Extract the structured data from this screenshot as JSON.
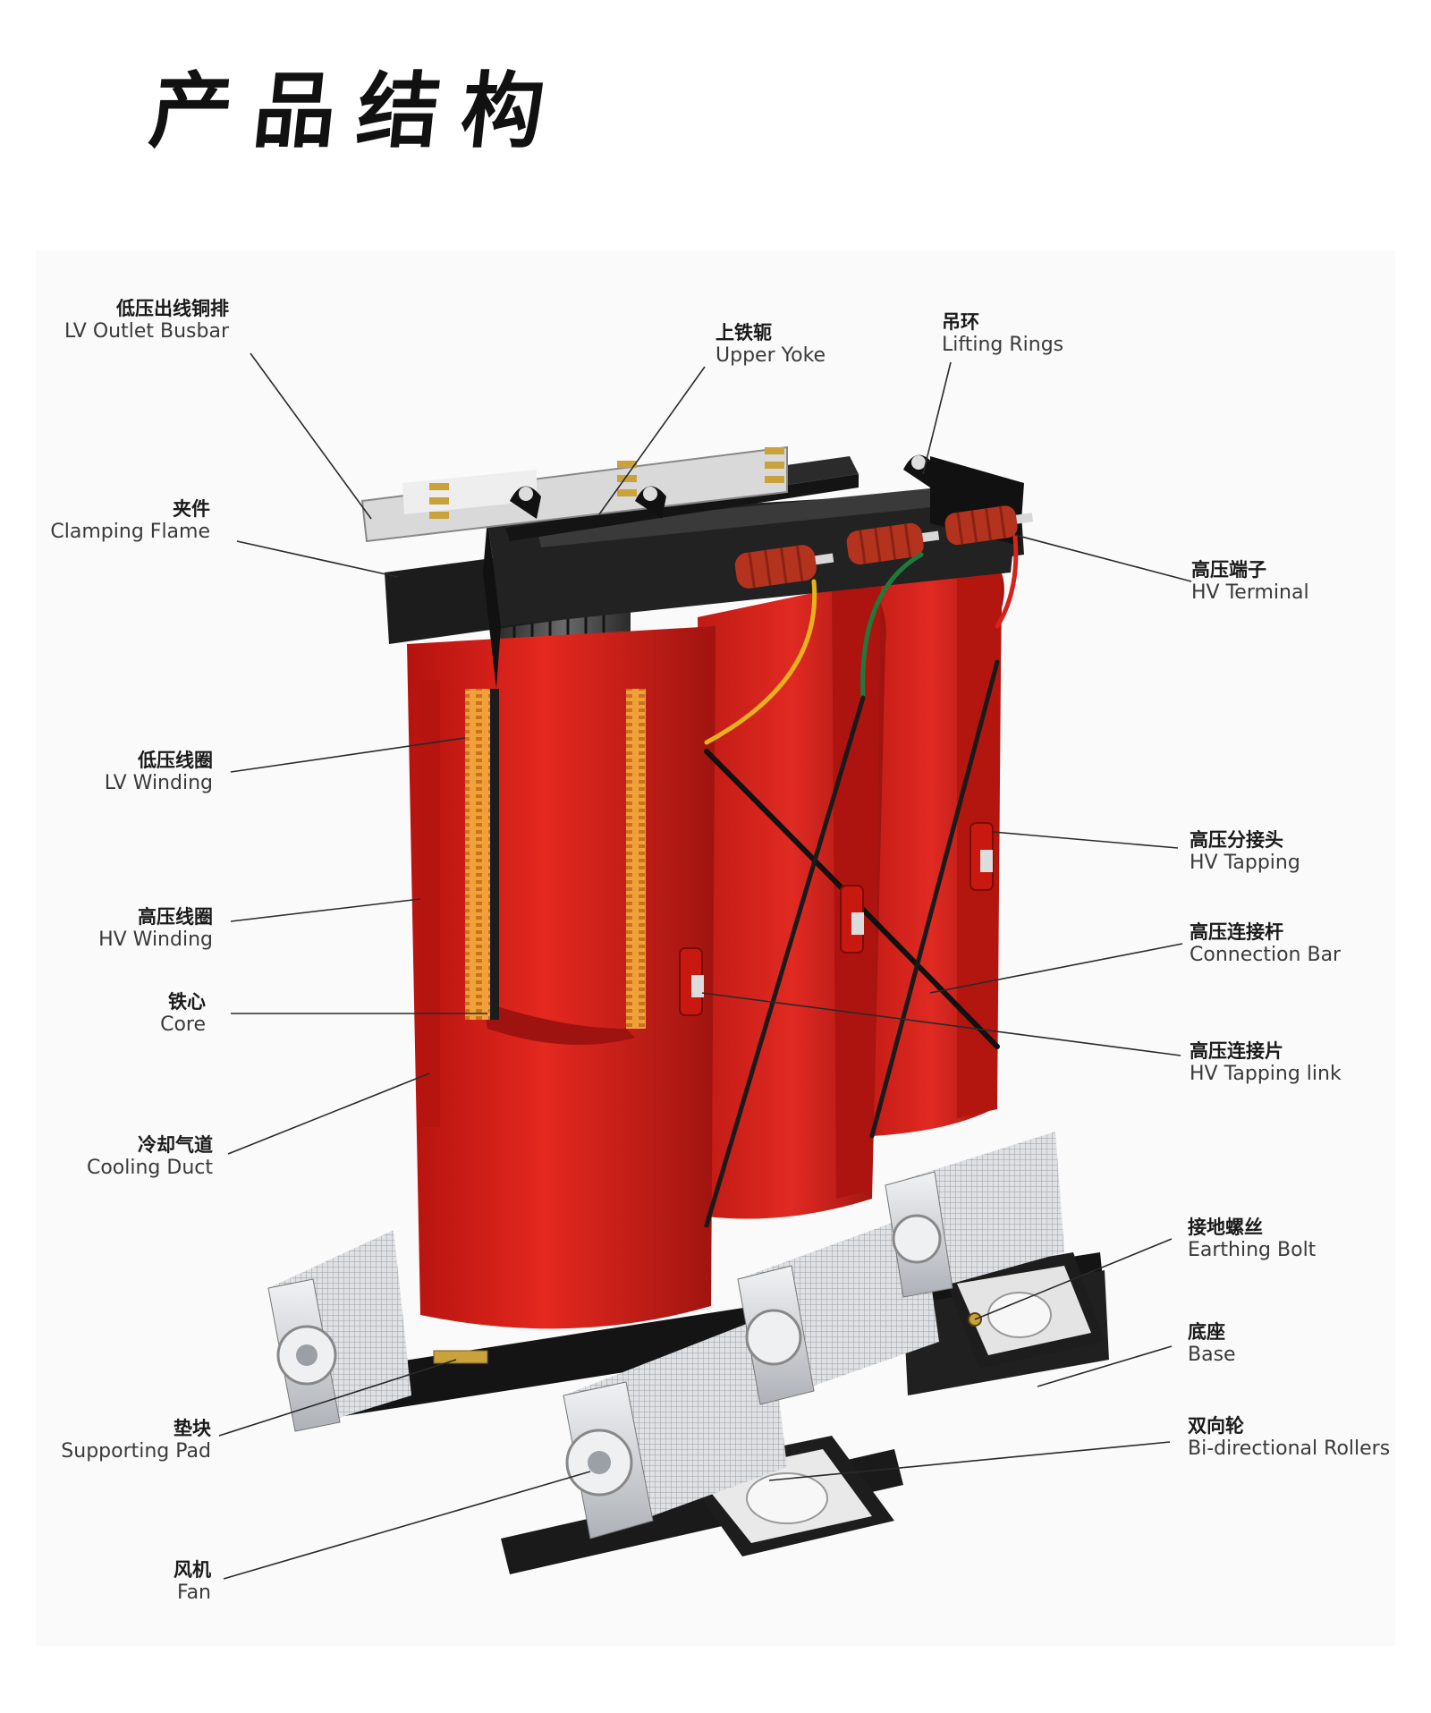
{
  "title": "产品结构",
  "labels": {
    "lv_outlet_busbar": {
      "zh": "低压出线铜排",
      "en": "LV Outlet Busbar"
    },
    "upper_yoke": {
      "zh": "上铁轭",
      "en": "Upper Yoke"
    },
    "lifting_rings": {
      "zh": "吊环",
      "en": "Lifting Rings"
    },
    "clamping_flame": {
      "zh": "夹件",
      "en": "Clamping Flame"
    },
    "hv_terminal": {
      "zh": "高压端子",
      "en": "HV Terminal"
    },
    "lv_winding": {
      "zh": "低压线圈",
      "en": "LV Winding"
    },
    "hv_tapping": {
      "zh": "高压分接头",
      "en": "HV Tapping"
    },
    "hv_winding": {
      "zh": "高压线圈",
      "en": "HV Winding"
    },
    "connection_bar": {
      "zh": "高压连接杆",
      "en": "Connection Bar"
    },
    "core": {
      "zh": "铁心",
      "en": "Core"
    },
    "hv_tapping_link": {
      "zh": "高压连接片",
      "en": "HV Tapping link"
    },
    "cooling_duct": {
      "zh": "冷却气道",
      "en": "Cooling Duct"
    },
    "earthing_bolt": {
      "zh": "接地螺丝",
      "en": "Earthing Bolt"
    },
    "base": {
      "zh": "底座",
      "en": "Base"
    },
    "supporting_pad": {
      "zh": "垫块",
      "en": "Supporting Pad"
    },
    "bi_directional_rollers": {
      "zh": "双向轮",
      "en": "Bi-directional Rollers"
    },
    "fan": {
      "zh": "风机",
      "en": "Fan"
    }
  },
  "colors": {
    "coil_red": "#d8221c",
    "coil_dark": "#a91512",
    "clamp_black": "#1e1e1e",
    "insulator_red": "#b8341f",
    "fan_grey": "#c9ccd0",
    "leader_line": "#2a2a2a"
  }
}
